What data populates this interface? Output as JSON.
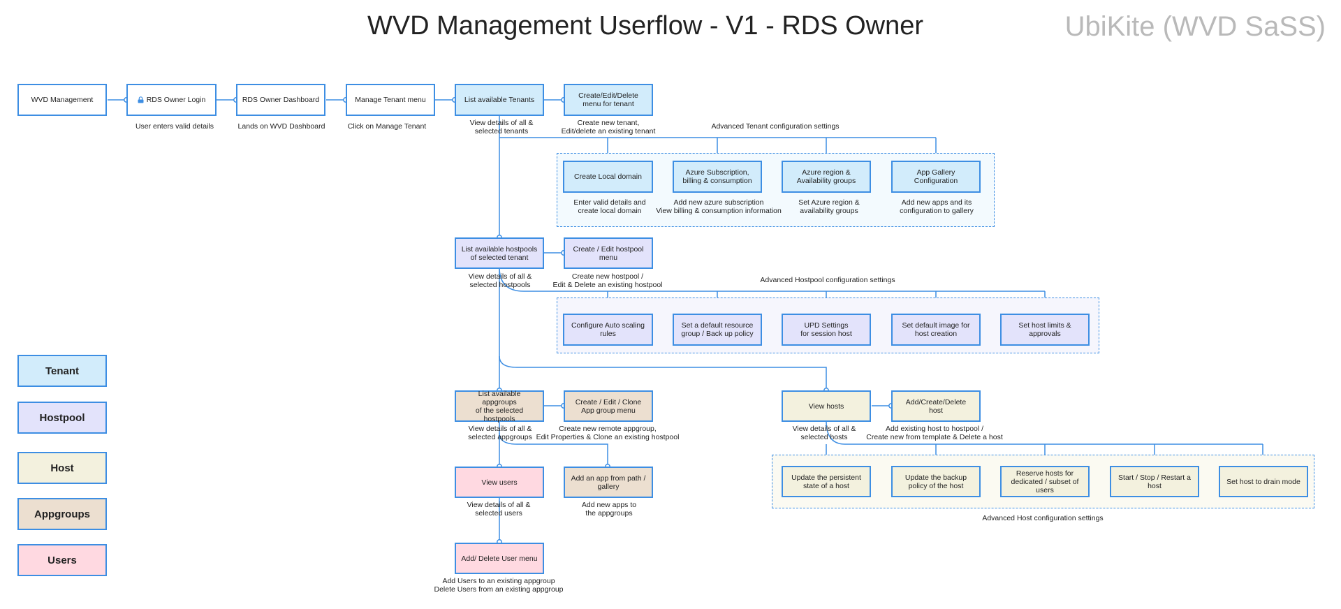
{
  "header": {
    "title": "WVD Management Userflow - V1 - RDS Owner",
    "brand": "UbiKite (WVD SaSS)"
  },
  "colors": {
    "line": "#3d8ee3",
    "tenant": "#d2ecfb",
    "hostpool": "#e3e3fb",
    "host": "#f3f1de",
    "appgroups": "#ecdfd0",
    "users": "#ffd9e1"
  },
  "nodes": {
    "wvd_management": "WVD Management",
    "rds_owner_login": "RDS Owner Login",
    "rds_owner_dashboard": "RDS Owner Dashboard",
    "manage_tenant_menu": "Manage Tenant menu",
    "list_tenants": "List available Tenants",
    "tenant_menu": "Create/Edit/Delete\nmenu for tenant",
    "create_local_domain": "Create Local domain",
    "azure_subscription": "Azure Subscription,\nbilling & consumption",
    "azure_region": "Azure region &\nAvailability groups",
    "app_gallery": "App Gallery\nConfiguration",
    "list_hostpools": "List available hostpools\nof selected tenant",
    "hostpool_menu": "Create / Edit hostpool\nmenu",
    "auto_scaling": "Configure Auto scaling\nrules",
    "default_resource_group": "Set a default resource\ngroup / Back up policy",
    "upd_settings": "UPD Settings\nfor session host",
    "default_image": "Set default image for\nhost creation",
    "host_limits": "Set host limits &\napprovals",
    "list_appgroups": "List available appgroups\nof the selected hostpools",
    "appgroup_menu": "Create / Edit / Clone\nApp group menu",
    "view_hosts": "View hosts",
    "add_host": "Add/Create/Delete\nhost",
    "update_persistent": "Update the persistent\nstate of a host",
    "update_backup": "Update the backup\npolicy of the host",
    "reserve_hosts": "Reserve hosts for\ndedicated / subset of users",
    "start_stop": "Start / Stop / Restart a\nhost",
    "drain_mode": "Set host to drain mode",
    "view_users": "View users",
    "add_app": "Add an app from path /\ngallery",
    "user_menu": "Add/ Delete User menu"
  },
  "captions": {
    "rds_owner_login": "User enters valid details",
    "rds_owner_dashboard": "Lands on WVD Dashboard",
    "manage_tenant_menu": "Click on Manage Tenant",
    "list_tenants": "View details of all &\nselected tenants",
    "tenant_menu": "Create new tenant,\nEdit/delete an existing tenant",
    "create_local_domain": "Enter valid details and\ncreate local domain",
    "azure_subscription": "Add new azure subscription\nView billing & consumption information",
    "azure_region": "Set Azure region &\navailability groups",
    "app_gallery": "Add new apps and its\nconfiguration to gallery",
    "list_hostpools": "View details of all &\nselected hostpools",
    "hostpool_menu": "Create new hostpool /\nEdit & Delete an existing hostpool",
    "list_appgroups": "View details of all &\nselected appgroups",
    "appgroup_menu": "Create new remote appgroup,\nEdit Properties & Clone an existing hostpool",
    "view_hosts": "View details of all &\nselected hosts",
    "add_host": "Add existing host to hostpool /\nCreate new from template & Delete a host",
    "view_users": "View details of all &\nselected users",
    "add_app": "Add new apps to\nthe appgroups",
    "user_menu": "Add Users to an existing appgroup\nDelete Users from an existing appgroup"
  },
  "groups": {
    "tenant": "Advanced Tenant configuration settings",
    "hostpool": "Advanced Hostpool configuration settings",
    "host": "Advanced Host configuration settings"
  },
  "legend": {
    "tenant": "Tenant",
    "hostpool": "Hostpool",
    "host": "Host",
    "appgroups": "Appgroups",
    "users": "Users"
  }
}
